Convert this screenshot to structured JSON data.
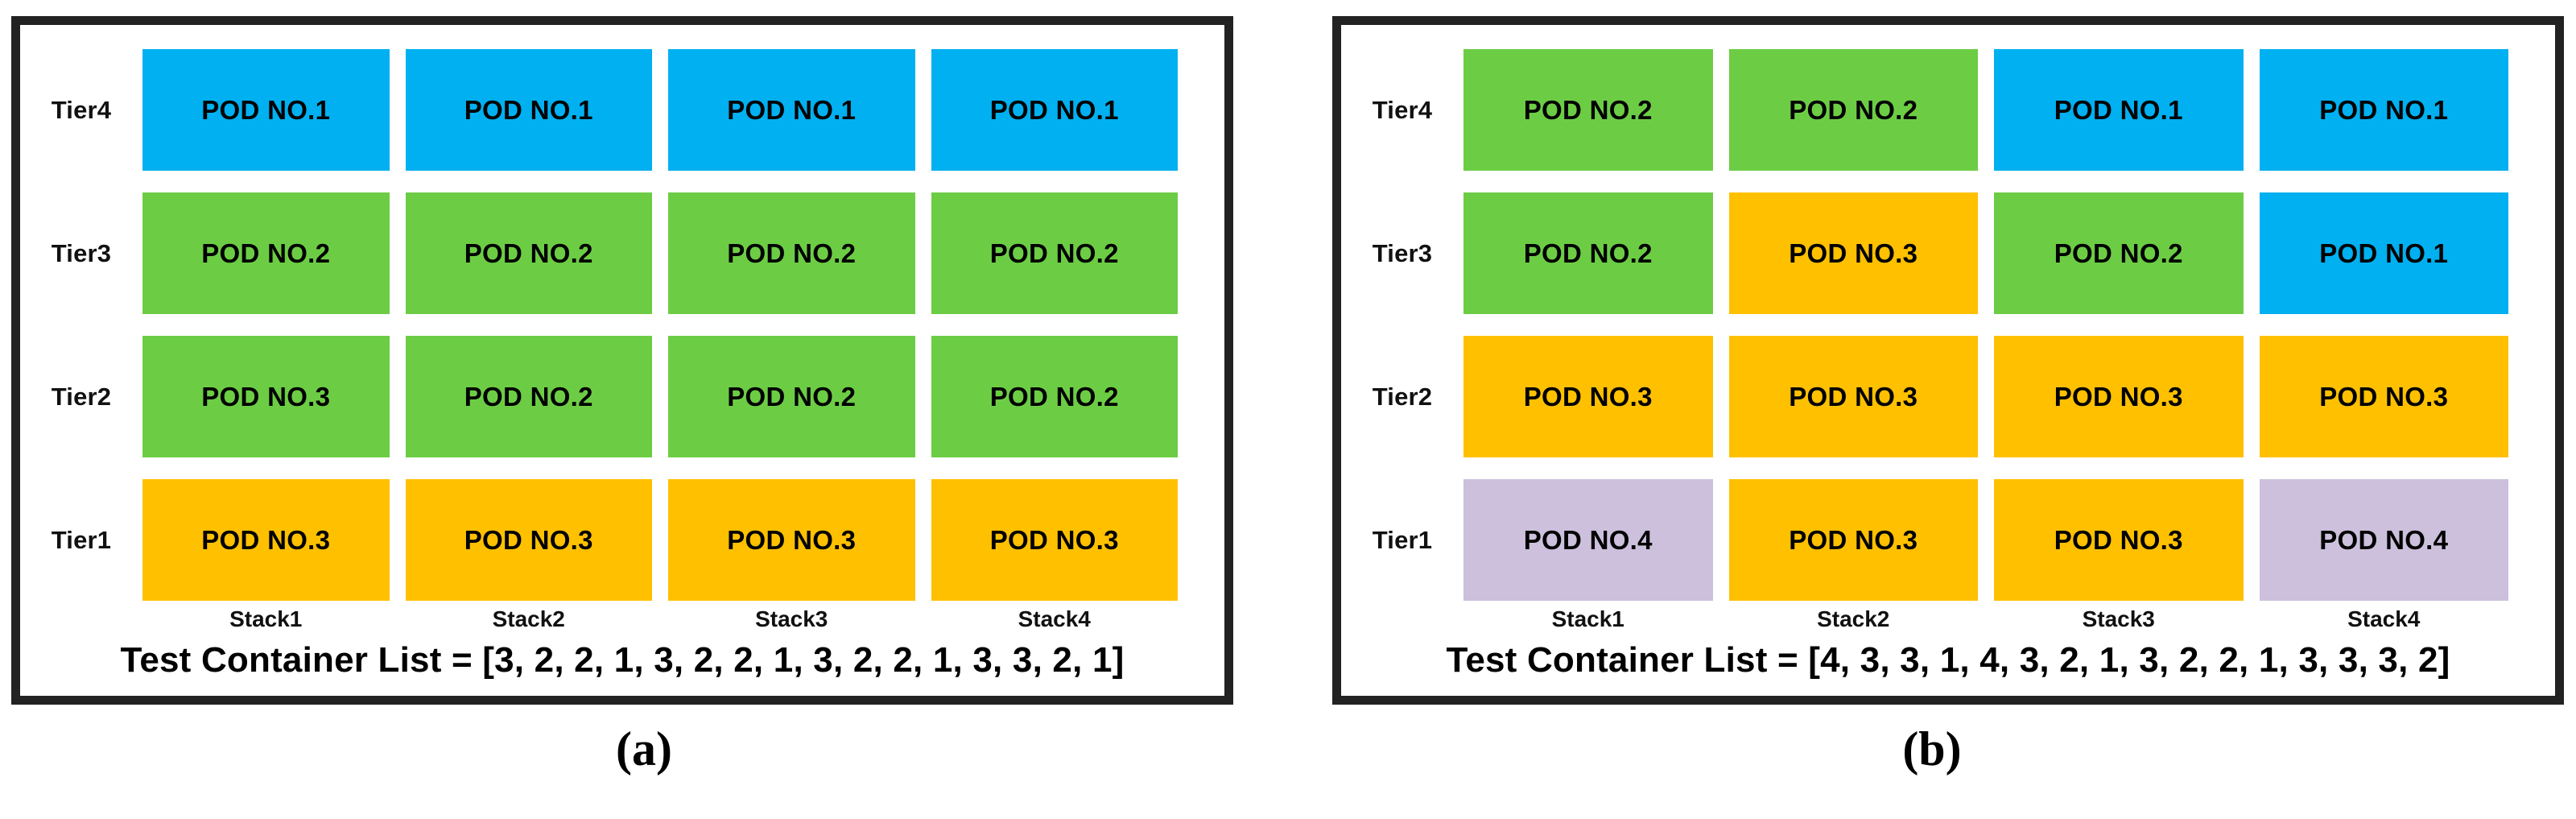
{
  "colors": {
    "pod1": "#00b0f0",
    "pod2": "#6ccd45",
    "pod3": "#ffc000",
    "pod4": "#ccc0dc",
    "border": "#222222",
    "background": "#ffffff",
    "text": "#000000"
  },
  "tier_labels": [
    "Tier4",
    "Tier3",
    "Tier2",
    "Tier1"
  ],
  "stack_labels": [
    "Stack1",
    "Stack2",
    "Stack3",
    "Stack4"
  ],
  "panels": [
    {
      "caption": "(a)",
      "list_text": "Test Container List = [3, 2, 2, 1, 3, 2, 2, 1, 3, 2, 2, 1, 3, 3, 2, 1]",
      "list_values": [
        3,
        2,
        2,
        1,
        3,
        2,
        2,
        1,
        3,
        2,
        2,
        1,
        3,
        3,
        2,
        1
      ],
      "rows": [
        {
          "tier": "Tier4",
          "cells": [
            {
              "label": "POD NO.1",
              "pod": 1,
              "color": "#00b0f0"
            },
            {
              "label": "POD NO.1",
              "pod": 1,
              "color": "#00b0f0"
            },
            {
              "label": "POD NO.1",
              "pod": 1,
              "color": "#00b0f0"
            },
            {
              "label": "POD NO.1",
              "pod": 1,
              "color": "#00b0f0"
            }
          ]
        },
        {
          "tier": "Tier3",
          "cells": [
            {
              "label": "POD NO.2",
              "pod": 2,
              "color": "#6ccd45"
            },
            {
              "label": "POD NO.2",
              "pod": 2,
              "color": "#6ccd45"
            },
            {
              "label": "POD NO.2",
              "pod": 2,
              "color": "#6ccd45"
            },
            {
              "label": "POD NO.2",
              "pod": 2,
              "color": "#6ccd45"
            }
          ]
        },
        {
          "tier": "Tier2",
          "cells": [
            {
              "label": "POD NO.3",
              "pod": 3,
              "color": "#6ccd45"
            },
            {
              "label": "POD NO.2",
              "pod": 2,
              "color": "#6ccd45"
            },
            {
              "label": "POD NO.2",
              "pod": 2,
              "color": "#6ccd45"
            },
            {
              "label": "POD NO.2",
              "pod": 2,
              "color": "#6ccd45"
            }
          ]
        },
        {
          "tier": "Tier1",
          "cells": [
            {
              "label": "POD NO.3",
              "pod": 3,
              "color": "#ffc000"
            },
            {
              "label": "POD NO.3",
              "pod": 3,
              "color": "#ffc000"
            },
            {
              "label": "POD NO.3",
              "pod": 3,
              "color": "#ffc000"
            },
            {
              "label": "POD NO.3",
              "pod": 3,
              "color": "#ffc000"
            }
          ]
        }
      ]
    },
    {
      "caption": "(b)",
      "list_text": "Test Container List = [4, 3, 3, 1, 4, 3, 2, 1, 3, 2, 2, 1, 3, 3, 3, 2]",
      "list_values": [
        4,
        3,
        3,
        1,
        4,
        3,
        2,
        1,
        3,
        2,
        2,
        1,
        3,
        3,
        3,
        2
      ],
      "rows": [
        {
          "tier": "Tier4",
          "cells": [
            {
              "label": "POD NO.2",
              "pod": 2,
              "color": "#6ccd45"
            },
            {
              "label": "POD NO.2",
              "pod": 2,
              "color": "#6ccd45"
            },
            {
              "label": "POD NO.1",
              "pod": 1,
              "color": "#00b0f0"
            },
            {
              "label": "POD NO.1",
              "pod": 1,
              "color": "#00b0f0"
            }
          ]
        },
        {
          "tier": "Tier3",
          "cells": [
            {
              "label": "POD NO.2",
              "pod": 2,
              "color": "#6ccd45"
            },
            {
              "label": "POD NO.3",
              "pod": 3,
              "color": "#ffc000"
            },
            {
              "label": "POD NO.2",
              "pod": 2,
              "color": "#6ccd45"
            },
            {
              "label": "POD NO.1",
              "pod": 1,
              "color": "#00b0f0"
            }
          ]
        },
        {
          "tier": "Tier2",
          "cells": [
            {
              "label": "POD NO.3",
              "pod": 3,
              "color": "#ffc000"
            },
            {
              "label": "POD NO.3",
              "pod": 3,
              "color": "#ffc000"
            },
            {
              "label": "POD NO.3",
              "pod": 3,
              "color": "#ffc000"
            },
            {
              "label": "POD NO.3",
              "pod": 3,
              "color": "#ffc000"
            }
          ]
        },
        {
          "tier": "Tier1",
          "cells": [
            {
              "label": "POD NO.4",
              "pod": 4,
              "color": "#ccc0dc"
            },
            {
              "label": "POD NO.3",
              "pod": 3,
              "color": "#ffc000"
            },
            {
              "label": "POD NO.3",
              "pod": 3,
              "color": "#ffc000"
            },
            {
              "label": "POD NO.4",
              "pod": 4,
              "color": "#ccc0dc"
            }
          ]
        }
      ]
    }
  ]
}
